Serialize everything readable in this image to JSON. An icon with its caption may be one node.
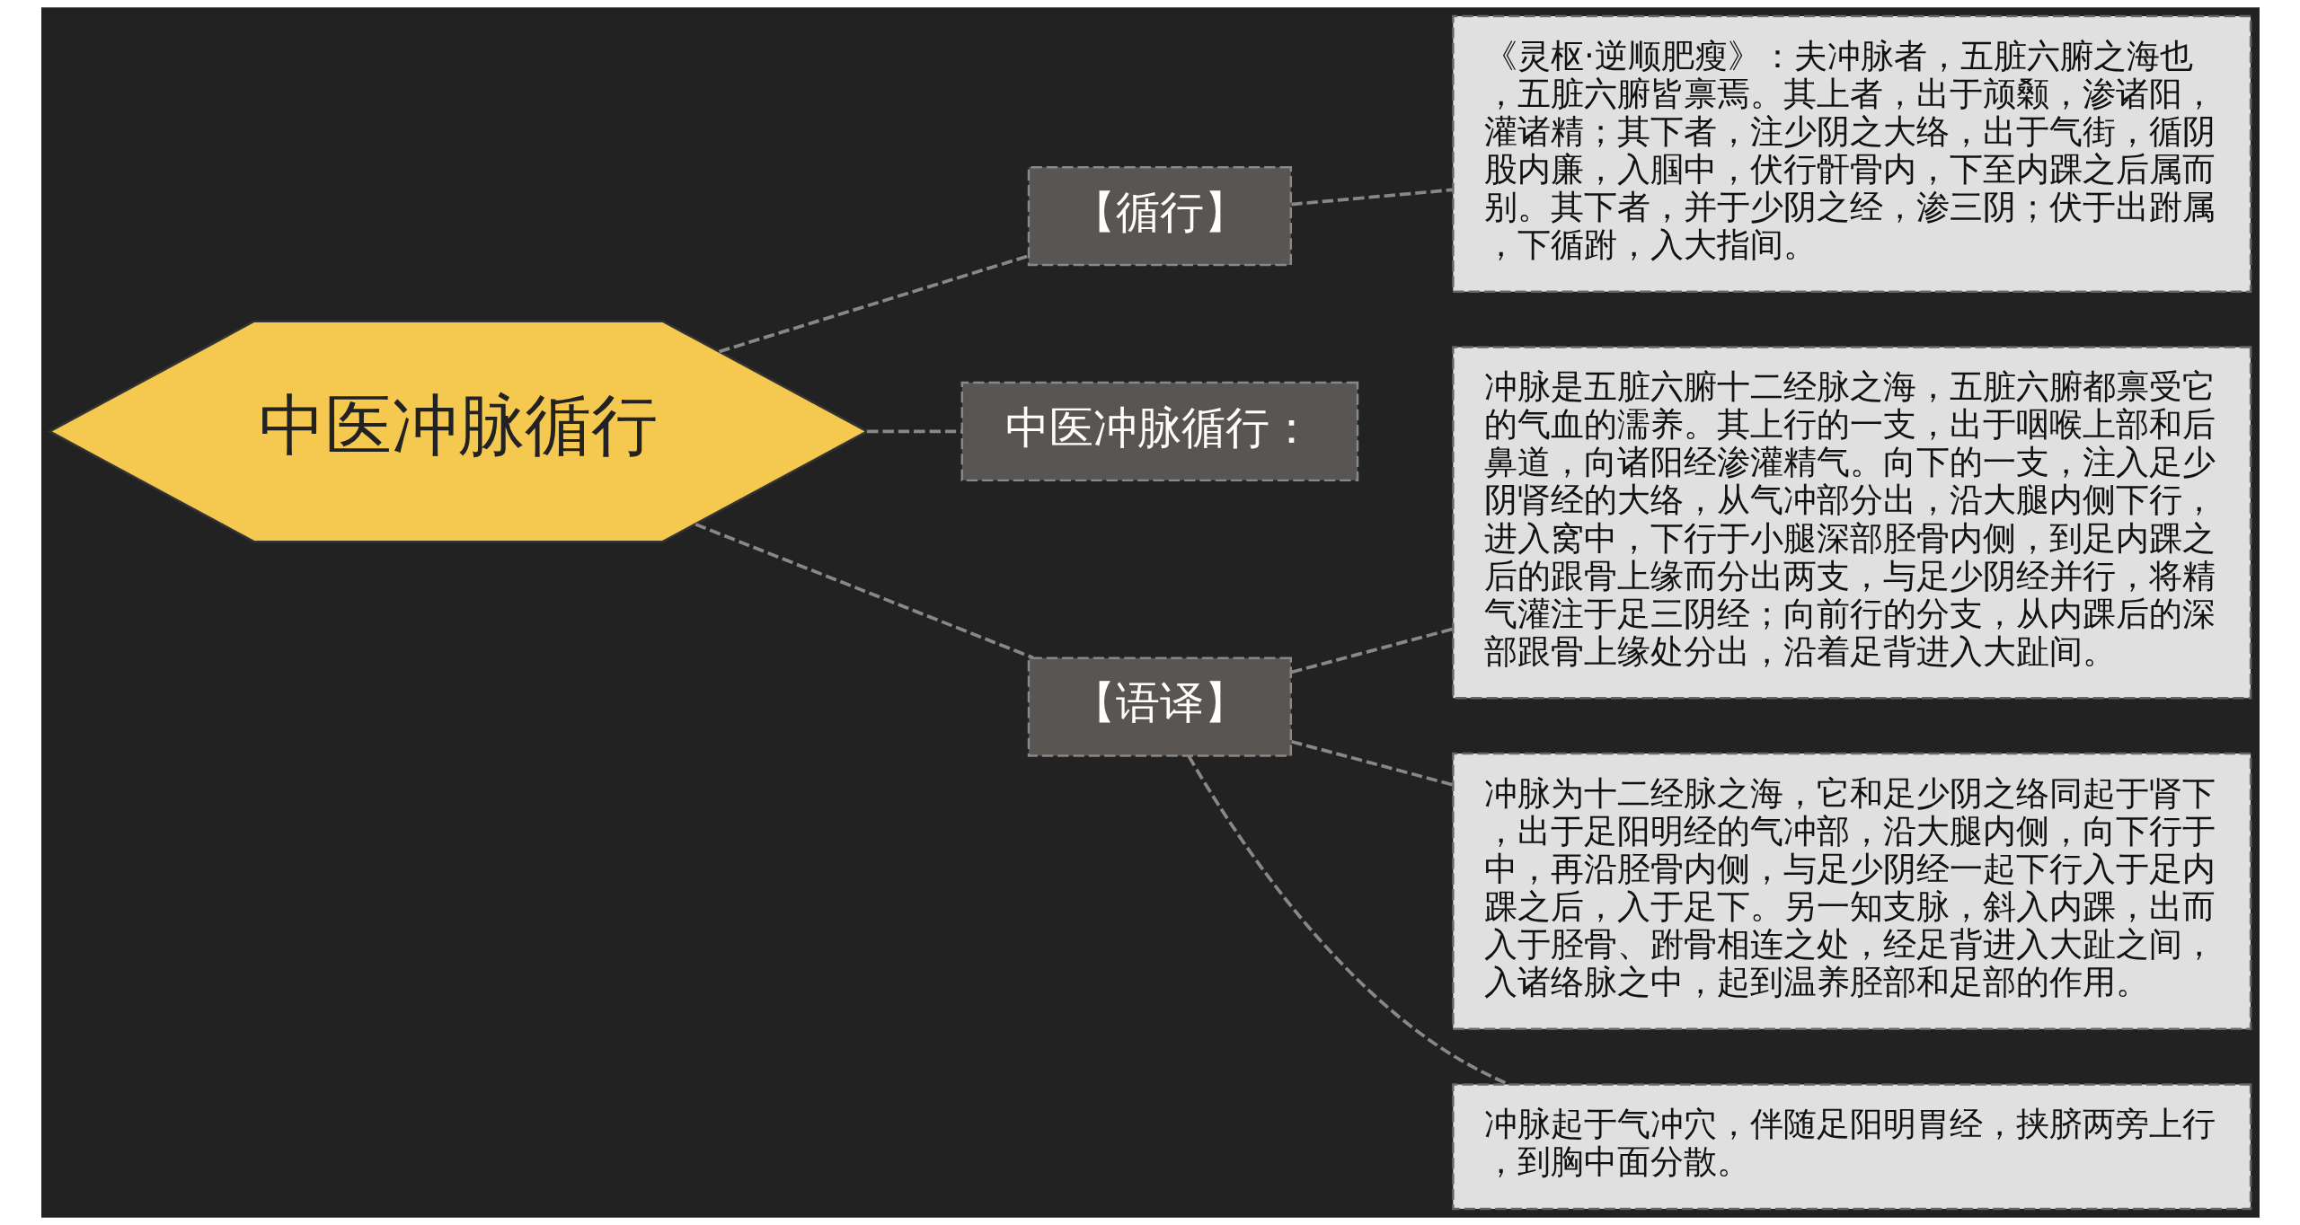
{
  "diagram": {
    "nodes": [
      {
        "text": [
          "中医冲脉循行"
        ]
      },
      {
        "text": [
          "【循行】"
        ]
      },
      {
        "text": [
          "《灵枢·逆顺肥瘦》：夫冲脉者，五脏六腑之海也，五脏六腑皆禀焉。其上者，出于颃颡，渗诸阳，灌诸精；其下者，注少阴之大络，出于气街，循阴股内廉，入腘中，伏行骭骨内，下至内踝之后属而别。其下者，并于少阴之经，渗三阴；伏于出跗属，下循跗，入大指间。"
        ]
      },
      {
        "text": [
          "中医冲脉循行："
        ]
      },
      {
        "text": [
          "【语译】"
        ]
      },
      {
        "text": [
          "冲脉是五脏六腑十二经脉之海，五脏六腑都禀受它的气血的濡养。其上行的一支，出于咽喉上部和后鼻道，向诸阳经渗灌精气。向下的一支，注入足少阴肾经的大络，从气冲部分出，沿大腿内侧下行，进入窝中，下行于小腿深部胫骨内侧，到足内踝之后的跟骨上缘而分出两支，与足少阴经并行，将精气灌注于足三阴经；向前行的分支，从内踝后的深部跟骨上缘处分出，沿着足背进入大趾间。"
        ]
      },
      {
        "text": [
          "冲脉为十二经脉之海，它和足少阴之络同起于肾下，出于足阳明经的气冲部，沿大腿内侧，向下行于中，再沿胫骨内侧，与足少阴经一起下行入于足内踝之后，入于足下。另一知支脉，斜入内踝，出而入于胫骨、跗骨相连之处，经足背进入大趾之间，入诸络脉之中，起到温养胫部和足部的作用。"
        ]
      },
      {
        "text": [
          "冲脉起于气冲穴，伴随足阳明胃经，挟脐两旁上行，到胸中面分散。"
        ]
      }
    ],
    "edges": [
      {
        "from": 0,
        "to": 1,
        "arrow": "none"
      },
      {
        "from": 1,
        "to": 2,
        "arrow": "none"
      },
      {
        "from": 0,
        "to": 3,
        "arrow": "none"
      },
      {
        "from": 0,
        "to": 4,
        "arrow": "none"
      },
      {
        "from": 4,
        "to": 5,
        "arrow": "none"
      },
      {
        "from": 4,
        "to": 6,
        "arrow": "none"
      },
      {
        "from": 4,
        "to": 7,
        "arrow": "none"
      }
    ]
  }
}
